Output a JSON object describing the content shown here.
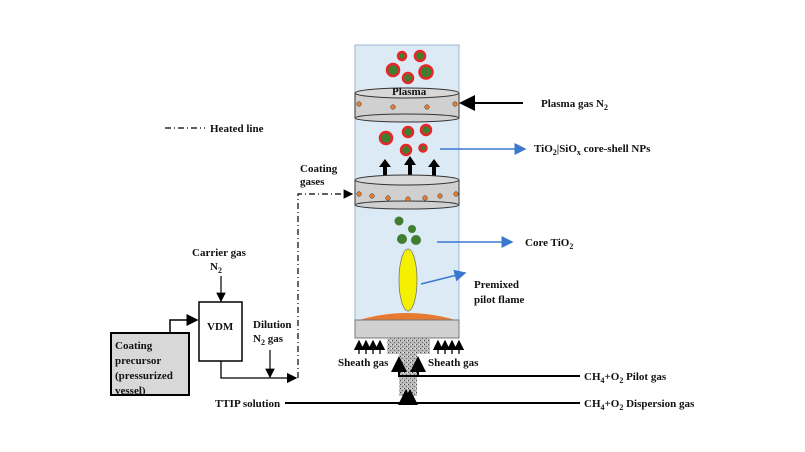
{
  "labels": {
    "plasma": "Plasma",
    "plasma_gas": "Plasma gas N",
    "plasma_gas_sub": "2",
    "heated_line": "Heated line",
    "core_shell_a": "TiO",
    "core_shell_sub1": "2",
    "core_shell_b": "|SiO",
    "core_shell_sub2": "x",
    "core_shell_c": " core-shell NPs",
    "coating_gases_1": "Coating",
    "coating_gases_2": "gases",
    "core_tio2": "Core TiO",
    "core_tio2_sub": "2",
    "premixed_1": "Premixed",
    "premixed_2": "pilot flame",
    "carrier_gas_1": "Carrier gas",
    "carrier_gas_2": "N",
    "carrier_gas_sub": "2",
    "vdm": "VDM",
    "dilution_1": "Dilution",
    "dilution_2a": "N",
    "dilution_sub": "2",
    "dilution_2b": " gas",
    "precursor": [
      "Coating",
      "precursor",
      "(pressurized",
      "vessel)"
    ],
    "sheath_gas_left": "Sheath gas",
    "sheath_gas_right": "Sheath gas",
    "pilot_gas": [
      "CH",
      "4",
      "+O",
      "2",
      " Pilot gas"
    ],
    "dispersion_gas": [
      "CH",
      "4",
      "+O",
      "2",
      " Dispersion gas"
    ],
    "ttip": "TTIP solution"
  },
  "colors": {
    "shell": "#e8262a",
    "core": "#3f7f2f",
    "flame": "#f4f000",
    "base_glow": "#e87a30",
    "arrow_blue": "#3a78d0",
    "tube": "#dceaf6"
  }
}
